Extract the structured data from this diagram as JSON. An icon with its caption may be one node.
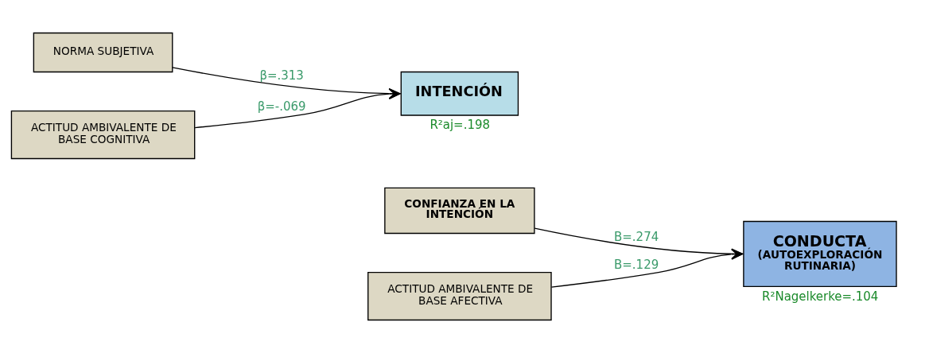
{
  "diagram": {
    "nodes": [
      {
        "text": [
          "CONFIANZA EN LA INTENCIÓN"
        ]
      },
      {
        "text": [
          "NORMA SUBJETIVA"
        ]
      },
      {
        "text": [
          "INTENCIÓN"
        ],
        "beside": [
          "R²aj=.198"
        ]
      },
      {
        "text": [
          "CONDUCTA",
          "(AUTOEXPLORACIÓN RUTINARIA)"
        ],
        "beside": [
          "R²Nagelkerke=.104"
        ]
      },
      {
        "text": [
          "ACTITUD AMBIVALENTE DE BASE COGNITIVA"
        ]
      },
      {
        "text": [
          "ACTITUD AMBIVALENTE DE BASE AFECTIVA"
        ]
      }
    ],
    "edges": [
      {
        "from": 1,
        "to": 2,
        "arrow": "to",
        "label": "β=.313"
      },
      {
        "from": 4,
        "to": 2,
        "arrow": "to",
        "label": "β=-.069"
      },
      {
        "from": 0,
        "to": 3,
        "arrow": "to",
        "label": "B=.274"
      },
      {
        "from": 5,
        "to": 3,
        "arrow": "to",
        "label": "B=.129"
      }
    ]
  }
}
